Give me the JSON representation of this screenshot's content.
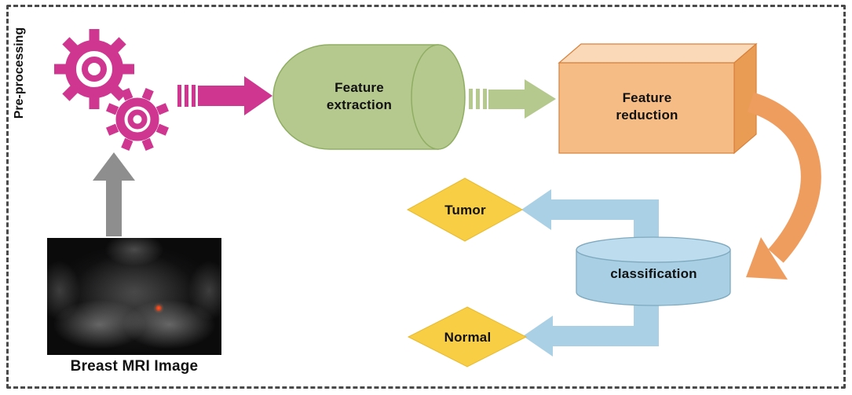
{
  "labels": {
    "preprocessing": "Pre-processing",
    "feature_extraction": "Feature extraction",
    "feature_reduction": "Feature reduction",
    "classification": "classification",
    "tumor": "Tumor",
    "normal": "Normal",
    "mri_caption": "Breast MRI Image"
  },
  "colors": {
    "gear_pink": "#cf3690",
    "arrow_pink": "#cf3690",
    "cylinder_green": "#b5c98e",
    "cylinder_green_edge": "#8fae63",
    "arrow_green": "#b5c98e",
    "box_orange_front": "#f6bc85",
    "box_orange_top": "#fad9b8",
    "box_orange_side": "#e99c54",
    "box_orange_edge": "#d9813b",
    "arrow_orange": "#ef9d5f",
    "cylinder_blue_body": "#a8cfe3",
    "cylinder_blue_top": "#bddcee",
    "cylinder_blue_edge": "#7fa9bf",
    "arrow_blue": "#a9d0e4",
    "diamond_yellow": "#f8ce45",
    "arrow_gray": "#8e8e8e",
    "tumor_spot": "#e2401c",
    "frame_dash": "#4a4a4a"
  },
  "edges": [
    {
      "from": "breast-mri-image",
      "to": "pre-processing-gears",
      "style": "gray-up-arrow"
    },
    {
      "from": "pre-processing-gears",
      "to": "feature-extraction",
      "style": "pink-striped-arrow"
    },
    {
      "from": "feature-extraction",
      "to": "feature-reduction",
      "style": "green-striped-arrow"
    },
    {
      "from": "feature-reduction",
      "to": "classification",
      "style": "orange-curved-arrow"
    },
    {
      "from": "classification",
      "to": "tumor",
      "style": "blue-arrow"
    },
    {
      "from": "classification",
      "to": "normal",
      "style": "blue-arrow"
    }
  ]
}
